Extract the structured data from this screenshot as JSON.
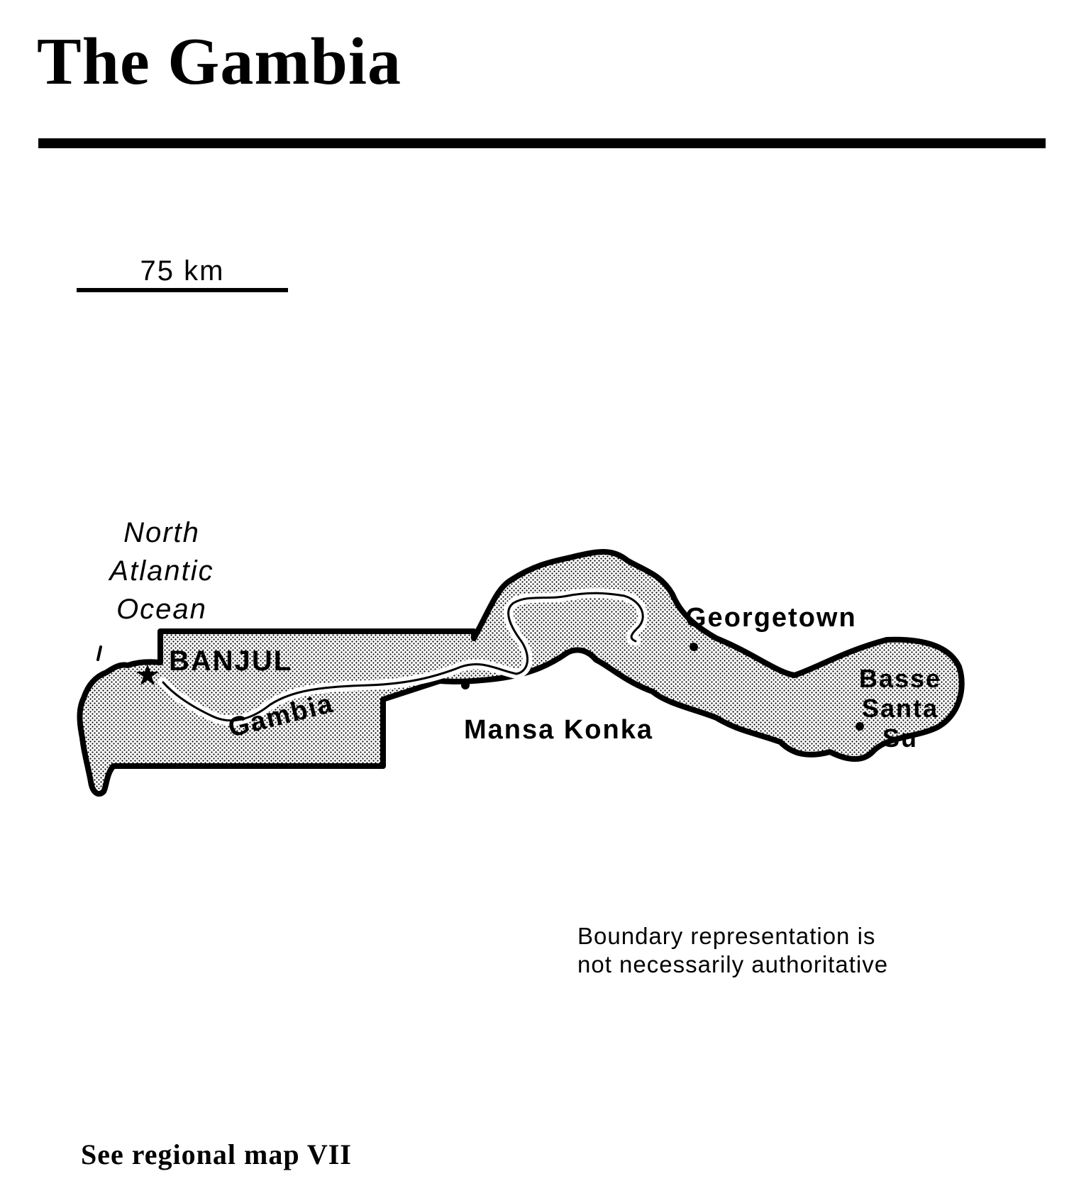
{
  "title": "The Gambia",
  "scale": {
    "label": "75 km"
  },
  "map": {
    "ocean_label": [
      "North",
      "Atlantic",
      "Ocean"
    ],
    "capital": "BANJUL",
    "river": "Gambia",
    "towns": {
      "mansa_konka": "Mansa Konka",
      "georgetown": "Georgetown",
      "basse_santa_su": [
        "Basse",
        "Santa Su"
      ]
    },
    "colors": {
      "land_fill": "#d9d9d9",
      "ink": "#000000",
      "background": "#ffffff"
    }
  },
  "disclaimer": [
    "Boundary representation is",
    "not necessarily authoritative"
  ],
  "see_also": "See regional map VII"
}
